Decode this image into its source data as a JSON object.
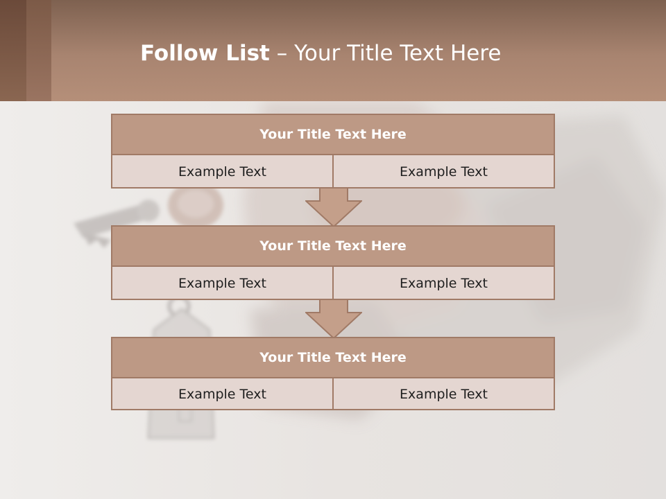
{
  "slide": {
    "title_bold": "Follow List",
    "title_rest": " – Your Title Text Here"
  },
  "boxes": [
    {
      "title": "Your Title Text Here",
      "left": "Example Text",
      "right": "Example Text"
    },
    {
      "title": "Your Title Text Here",
      "left": "Example Text",
      "right": "Example Text"
    },
    {
      "title": "Your Title Text Here",
      "left": "Example Text",
      "right": "Example Text"
    }
  ],
  "colors": {
    "header_top": "#7e6150",
    "header_bottom": "#b58f79",
    "box_title_fill": "#bd9985",
    "box_body_fill": "#e4d6d1",
    "box_border": "#a07a66",
    "arrow_fill": "#c49f8a"
  },
  "icons": {
    "arrow": "down-arrow-icon",
    "photo": "hand-holding-house-key-photo"
  }
}
